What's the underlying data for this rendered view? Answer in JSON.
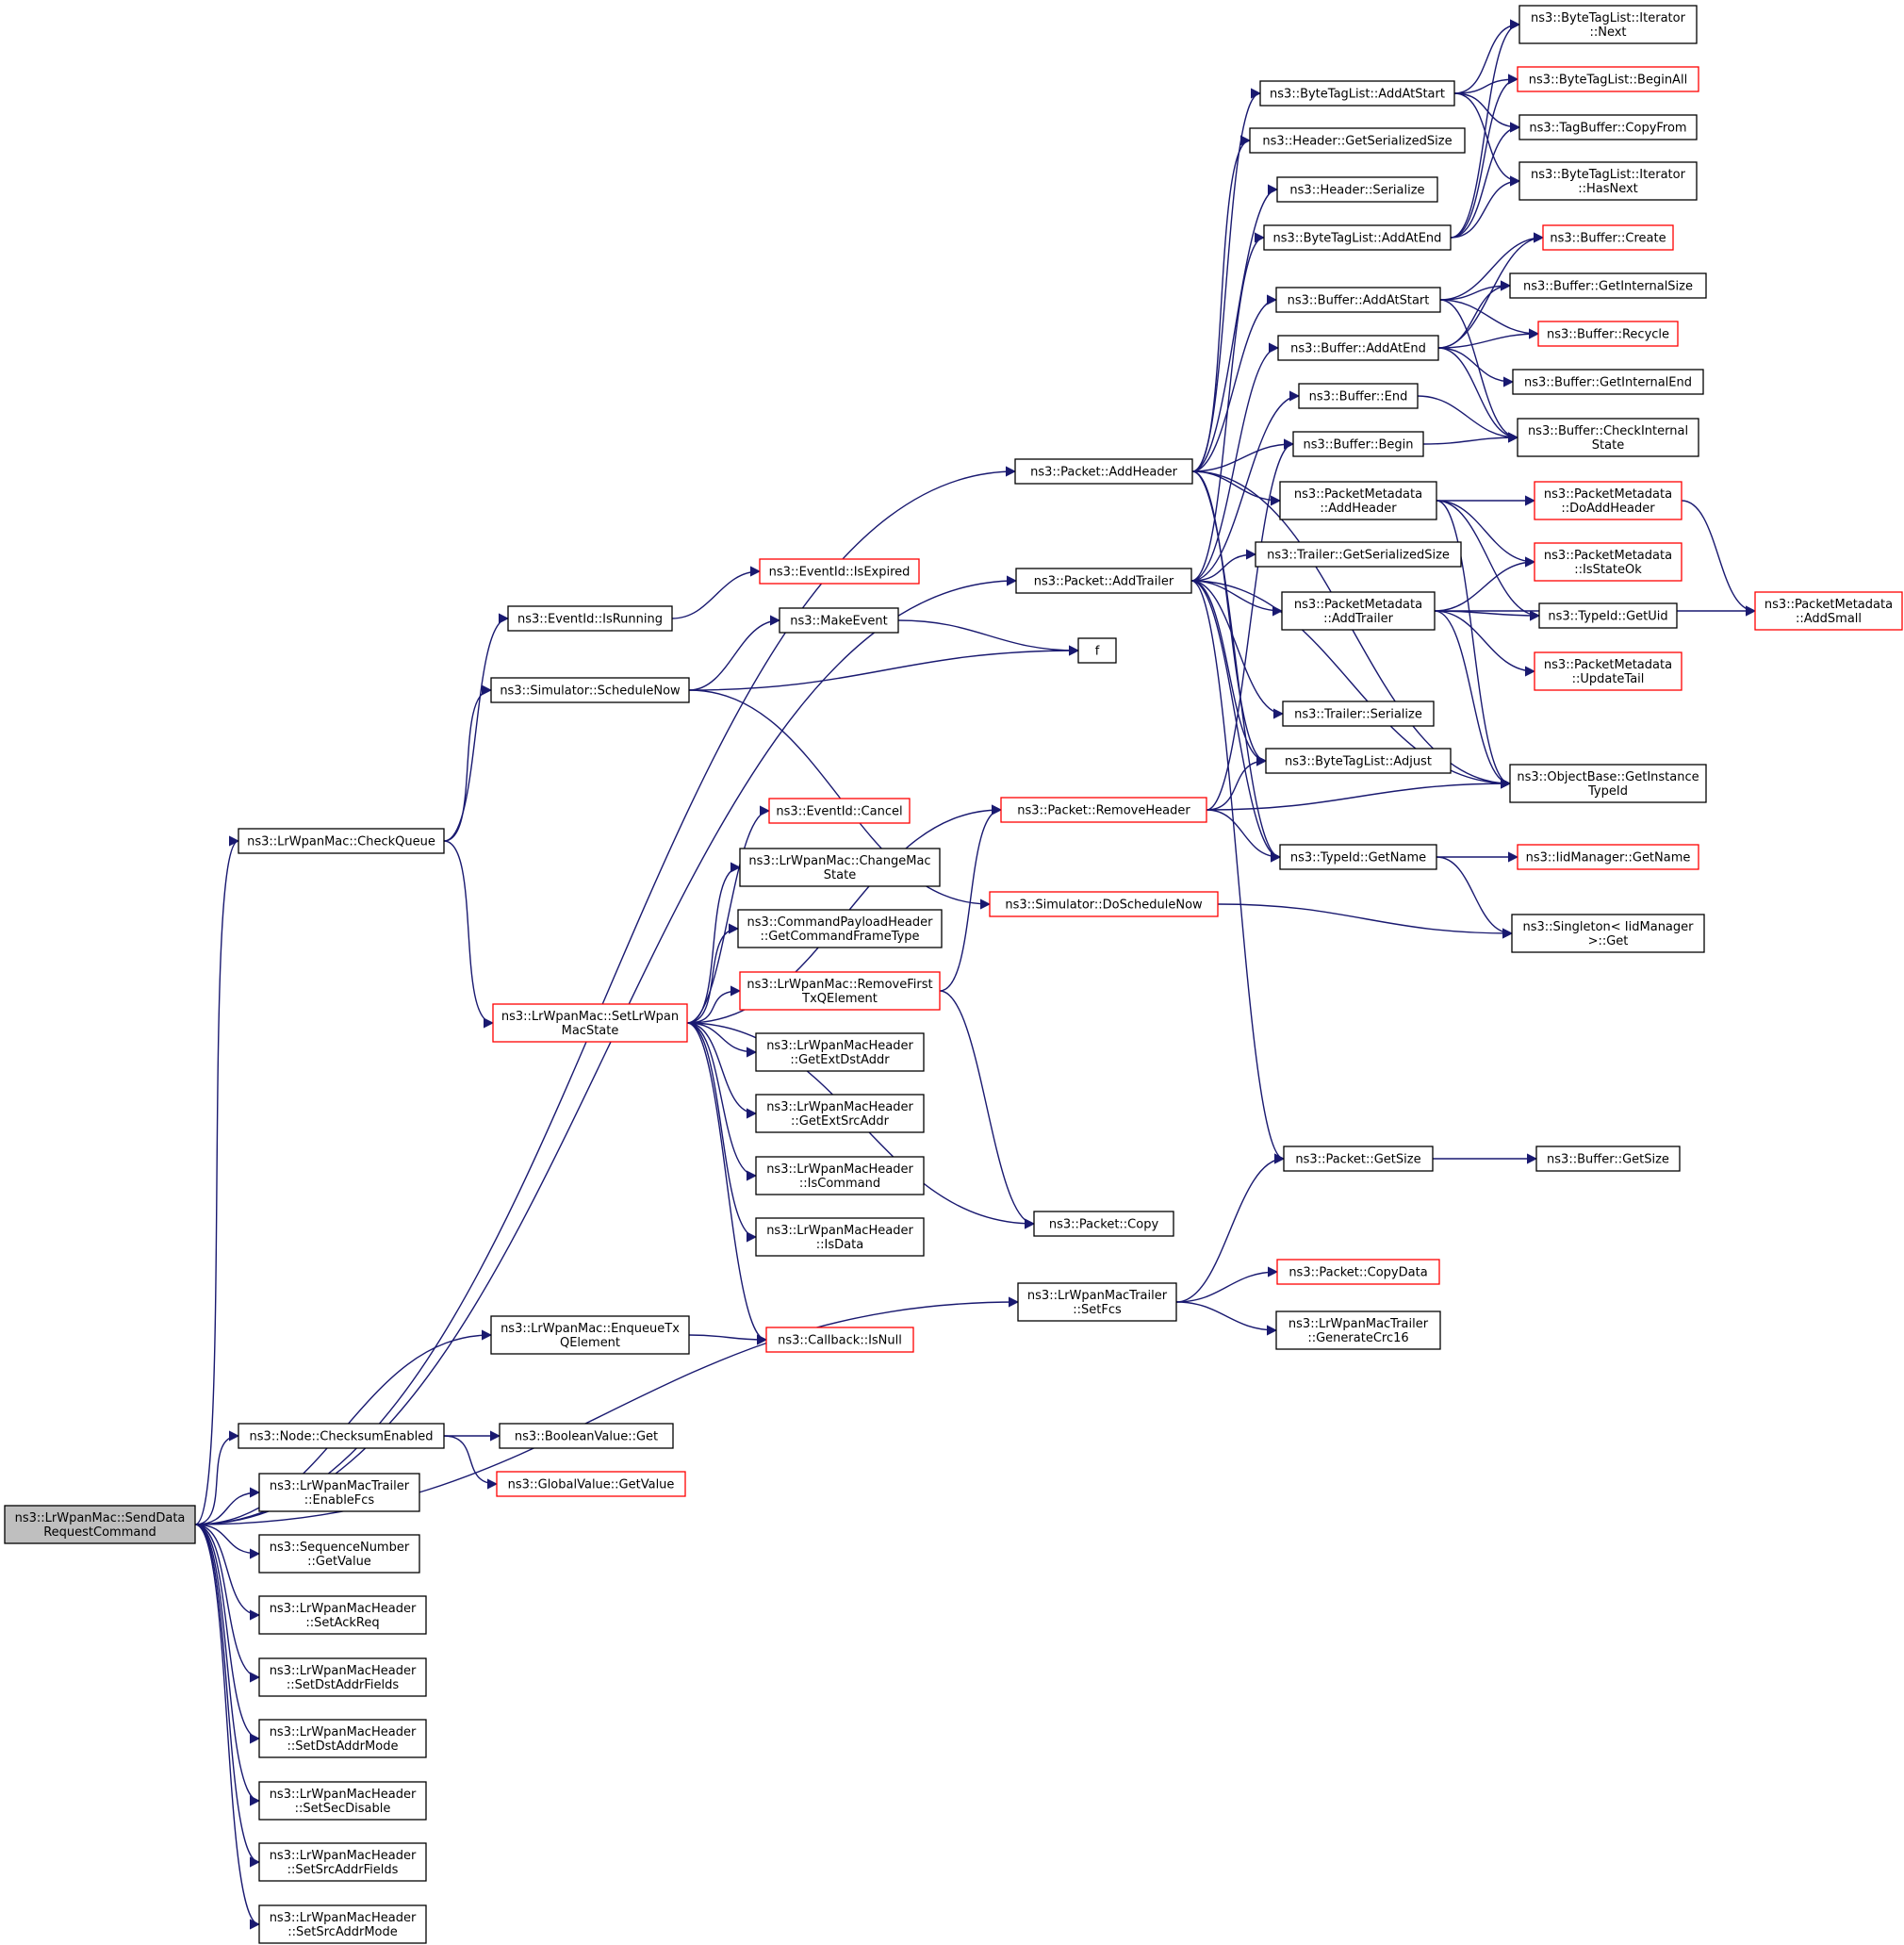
{
  "colors": {
    "edge": "#191970",
    "node_border": "#000000",
    "incomplete_node_border": "#ff0000",
    "root_fill": "#bfbfbf"
  },
  "nodes": {
    "root": {
      "lines": [
        "ns3::LrWpanMac::SendData",
        "RequestCommand"
      ]
    },
    "checkqueue": {
      "lines": [
        "ns3::LrWpanMac::CheckQueue"
      ]
    },
    "enqueuetx": {
      "lines": [
        "ns3::LrWpanMac::EnqueueTx",
        "QElement"
      ]
    },
    "checksum": {
      "lines": [
        "ns3::Node::ChecksumEnabled"
      ]
    },
    "enablefcs": {
      "lines": [
        "ns3::LrWpanMacTrailer",
        "::EnableFcs"
      ]
    },
    "seqgetvalue": {
      "lines": [
        "ns3::SequenceNumber",
        "::GetValue"
      ]
    },
    "setackreq": {
      "lines": [
        "ns3::LrWpanMacHeader",
        "::SetAckReq"
      ]
    },
    "setdstfields": {
      "lines": [
        "ns3::LrWpanMacHeader",
        "::SetDstAddrFields"
      ]
    },
    "setdstmode": {
      "lines": [
        "ns3::LrWpanMacHeader",
        "::SetDstAddrMode"
      ]
    },
    "setsecdisable": {
      "lines": [
        "ns3::LrWpanMacHeader",
        "::SetSecDisable"
      ]
    },
    "setsrcfields": {
      "lines": [
        "ns3::LrWpanMacHeader",
        "::SetSrcAddrFields"
      ]
    },
    "setsrcmode": {
      "lines": [
        "ns3::LrWpanMacHeader",
        "::SetSrcAddrMode"
      ]
    },
    "isrunning": {
      "lines": [
        "ns3::EventId::IsRunning"
      ]
    },
    "schedulenow": {
      "lines": [
        "ns3::Simulator::ScheduleNow"
      ]
    },
    "setstate": {
      "lines": [
        "ns3::LrWpanMac::SetLrWpan",
        "MacState"
      ]
    },
    "booleanget": {
      "lines": [
        "ns3::BooleanValue::Get"
      ]
    },
    "globalgetvalue": {
      "lines": [
        "ns3::GlobalValue::GetValue"
      ]
    },
    "isexpired": {
      "lines": [
        "ns3::EventId::IsExpired"
      ]
    },
    "makeevent": {
      "lines": [
        "ns3::MakeEvent"
      ]
    },
    "f": {
      "lines": [
        "f"
      ]
    },
    "cancel": {
      "lines": [
        "ns3::EventId::Cancel"
      ]
    },
    "changemacstate": {
      "lines": [
        "ns3::LrWpanMac::ChangeMac",
        "State"
      ]
    },
    "getcmdframetype": {
      "lines": [
        "ns3::CommandPayloadHeader",
        "::GetCommandFrameType"
      ]
    },
    "removefirst": {
      "lines": [
        "ns3::LrWpanMac::RemoveFirst",
        "TxQElement"
      ]
    },
    "getextdst": {
      "lines": [
        "ns3::LrWpanMacHeader",
        "::GetExtDstAddr"
      ]
    },
    "getextsrc": {
      "lines": [
        "ns3::LrWpanMacHeader",
        "::GetExtSrcAddr"
      ]
    },
    "iscommand": {
      "lines": [
        "ns3::LrWpanMacHeader",
        "::IsCommand"
      ]
    },
    "isdata": {
      "lines": [
        "ns3::LrWpanMacHeader",
        "::IsData"
      ]
    },
    "isnull": {
      "lines": [
        "ns3::Callback::IsNull"
      ]
    },
    "addheader": {
      "lines": [
        "ns3::Packet::AddHeader"
      ]
    },
    "addtrailer": {
      "lines": [
        "ns3::Packet::AddTrailer"
      ]
    },
    "removeheader": {
      "lines": [
        "ns3::Packet::RemoveHeader"
      ]
    },
    "doschedulenow": {
      "lines": [
        "ns3::Simulator::DoScheduleNow"
      ]
    },
    "copy": {
      "lines": [
        "ns3::Packet::Copy"
      ]
    },
    "setfcs": {
      "lines": [
        "ns3::LrWpanMacTrailer",
        "::SetFcs"
      ]
    },
    "btladdatstart": {
      "lines": [
        "ns3::ByteTagList::AddAtStart"
      ]
    },
    "hdrgetsersize": {
      "lines": [
        "ns3::Header::GetSerializedSize"
      ]
    },
    "hdrserialize": {
      "lines": [
        "ns3::Header::Serialize"
      ]
    },
    "btladdatend": {
      "lines": [
        "ns3::ByteTagList::AddAtEnd"
      ]
    },
    "bufaddatstart": {
      "lines": [
        "ns3::Buffer::AddAtStart"
      ]
    },
    "bufaddatend": {
      "lines": [
        "ns3::Buffer::AddAtEnd"
      ]
    },
    "bufend": {
      "lines": [
        "ns3::Buffer::End"
      ]
    },
    "bufbegin": {
      "lines": [
        "ns3::Buffer::Begin"
      ]
    },
    "pmaddheader": {
      "lines": [
        "ns3::PacketMetadata",
        "::AddHeader"
      ]
    },
    "trgetsersize": {
      "lines": [
        "ns3::Trailer::GetSerializedSize"
      ]
    },
    "pmaddtrailer": {
      "lines": [
        "ns3::PacketMetadata",
        "::AddTrailer"
      ]
    },
    "trserialize": {
      "lines": [
        "ns3::Trailer::Serialize"
      ]
    },
    "btladjust": {
      "lines": [
        "ns3::ByteTagList::Adjust"
      ]
    },
    "typeidgetname": {
      "lines": [
        "ns3::TypeId::GetName"
      ]
    },
    "pktgetsize": {
      "lines": [
        "ns3::Packet::GetSize"
      ]
    },
    "pktcopydata": {
      "lines": [
        "ns3::Packet::CopyData"
      ]
    },
    "gencrc16": {
      "lines": [
        "ns3::LrWpanMacTrailer",
        "::GenerateCrc16"
      ]
    },
    "iternext": {
      "lines": [
        "ns3::ByteTagList::Iterator",
        "::Next"
      ]
    },
    "btlbeginall": {
      "lines": [
        "ns3::ByteTagList::BeginAll"
      ]
    },
    "tbcopyfrom": {
      "lines": [
        "ns3::TagBuffer::CopyFrom"
      ]
    },
    "iterhasnext": {
      "lines": [
        "ns3::ByteTagList::Iterator",
        "::HasNext"
      ]
    },
    "bufcreate": {
      "lines": [
        "ns3::Buffer::Create"
      ]
    },
    "bufgetinternalsize": {
      "lines": [
        "ns3::Buffer::GetInternalSize"
      ]
    },
    "bufrecycle": {
      "lines": [
        "ns3::Buffer::Recycle"
      ]
    },
    "bufgetinternalend": {
      "lines": [
        "ns3::Buffer::GetInternalEnd"
      ]
    },
    "bufcheckinternal": {
      "lines": [
        "ns3::Buffer::CheckInternal",
        "State"
      ]
    },
    "pmdoaddheader": {
      "lines": [
        "ns3::PacketMetadata",
        "::DoAddHeader"
      ]
    },
    "pmisstateok": {
      "lines": [
        "ns3::PacketMetadata",
        "::IsStateOk"
      ]
    },
    "typeidgetuid": {
      "lines": [
        "ns3::TypeId::GetUid"
      ]
    },
    "pmupdatetail": {
      "lines": [
        "ns3::PacketMetadata",
        "::UpdateTail"
      ]
    },
    "pmaddsmall": {
      "lines": [
        "ns3::PacketMetadata",
        "::AddSmall"
      ]
    },
    "obgetinstancetypeid": {
      "lines": [
        "ns3::ObjectBase::GetInstance",
        "TypeId"
      ]
    },
    "iidgetname": {
      "lines": [
        "ns3::IidManager::GetName"
      ]
    },
    "singletonget": {
      "lines": [
        "ns3::Singleton< IidManager",
        ">::Get"
      ]
    },
    "bufgetsize": {
      "lines": [
        "ns3::Buffer::GetSize"
      ]
    }
  }
}
